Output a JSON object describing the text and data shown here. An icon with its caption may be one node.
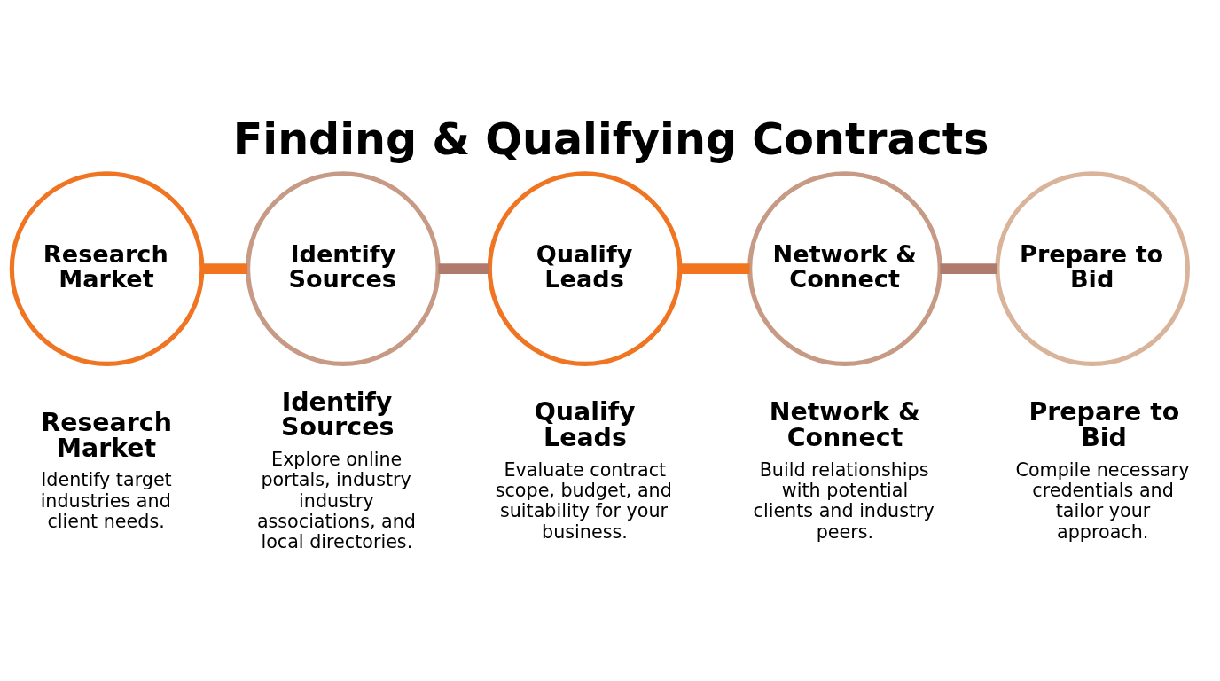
{
  "diagram": {
    "title": "Finding & Qualifying Contracts",
    "nodes": [
      {
        "text": [
          "Research Market"
        ],
        "beside": [
          "Research Market",
          "Identify target industries and client needs."
        ]
      },
      {
        "text": [
          "Identify Sources"
        ],
        "beside": [
          "Identify Sources",
          "Explore online portals, industry industry associations, and local directories."
        ]
      },
      {
        "text": [
          "Qualify Leads"
        ],
        "beside": [
          "Qualify Leads",
          "Evaluate contract scope, budget, and suitability for your business."
        ]
      },
      {
        "text": [
          "Network & Connect"
        ],
        "beside": [
          "Network & Connect",
          "Build relationships with potential clients and industry peers."
        ]
      },
      {
        "text": [
          "Prepare to Bid"
        ],
        "beside": [
          "Prepare to Bid",
          "Compile necessary credentials and tailor your approach."
        ]
      }
    ],
    "edges": [
      {
        "from": 0,
        "to": 1,
        "arrow": "none"
      },
      {
        "from": 1,
        "to": 2,
        "arrow": "none",
        "color": "#b07a6c"
      },
      {
        "from": 2,
        "to": 3,
        "arrow": "none"
      },
      {
        "from": 3,
        "to": 4,
        "arrow": "none",
        "color": "#b07a6c"
      }
    ]
  }
}
